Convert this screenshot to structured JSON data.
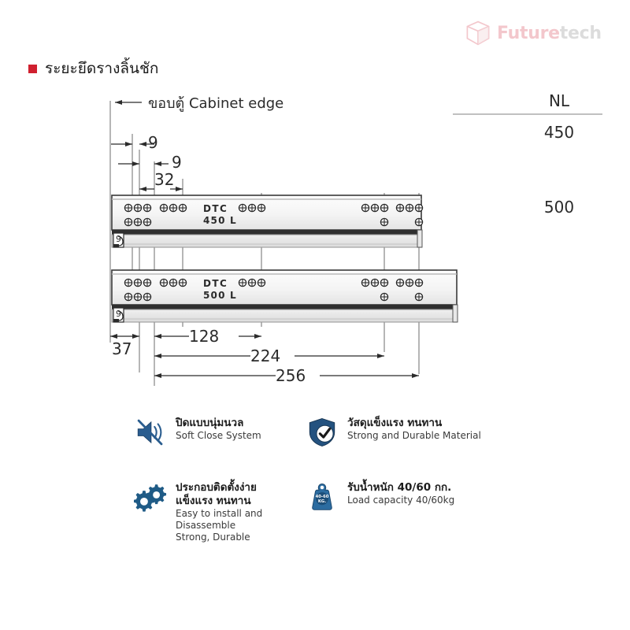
{
  "logo": {
    "name": "Futuretech",
    "part1": "Future",
    "part2": "tech",
    "icon": "cube-logo-icon",
    "color_primary": "#d94a5a",
    "color_secondary": "#8d8d8d"
  },
  "heading": {
    "bullet_color": "#d0202f",
    "title_th": "ระยะยึดรางลิ้นชัก"
  },
  "drawing": {
    "cabinet_edge_label": "ขอบตู้ Cabinet edge",
    "column_header": "NL",
    "top_dimensions": [
      "9",
      "9",
      "32"
    ],
    "bottom_dimensions": [
      "37",
      "128",
      "224",
      "256"
    ],
    "inline_marks": [
      "9",
      "9"
    ],
    "rails": [
      {
        "brand": "DTC",
        "model": "450 L",
        "nl": "450"
      },
      {
        "brand": "DTC",
        "model": "500 L",
        "nl": "500"
      }
    ]
  },
  "features": [
    {
      "icon": "mute-speaker-icon",
      "title_th": "ปิดแบบนุ่มนวล",
      "title_en": "Soft Close System",
      "color": "#2a5d8f"
    },
    {
      "icon": "shield-check-icon",
      "title_th": "วัสดุแข็งแรง ทนทาน",
      "title_en": "Strong and Durable Material",
      "color": "#24527f"
    },
    {
      "icon": "gears-icon",
      "title_th_line1": "ประกอบติดตั้งง่าย",
      "title_th_line2": "แข็งแรง ทนทาน",
      "title_en_line1": "Easy to install and",
      "title_en_line2": "Disassemble",
      "title_en_line3": "Strong, Durable",
      "color": "#1f5b86"
    },
    {
      "icon": "weight-icon",
      "icon_label_line1": "40-60",
      "icon_label_line2": "KG.",
      "title_th": "รับน้ำหนัก 40/60 กก.",
      "title_en": "Load capacity 40/60kg",
      "color": "#2c6ca0"
    }
  ]
}
